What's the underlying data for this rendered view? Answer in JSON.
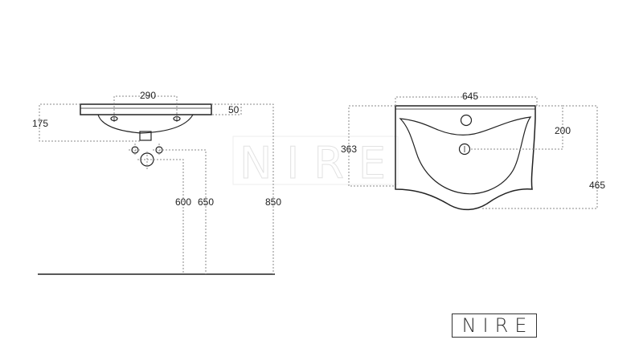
{
  "side_view": {
    "dim_top_span": "290",
    "dim_slab": "50",
    "dim_bowl_depth": "175",
    "dim_drain_height": "600",
    "dim_supply_height": "650",
    "dim_total_height": "850"
  },
  "front_view": {
    "dim_width": "645",
    "dim_faucet_offset": "200",
    "dim_body_height": "363",
    "dim_total_depth": "465"
  },
  "watermark": {
    "text": "NIRE"
  },
  "brand": {
    "logo_text": "NIRE"
  }
}
